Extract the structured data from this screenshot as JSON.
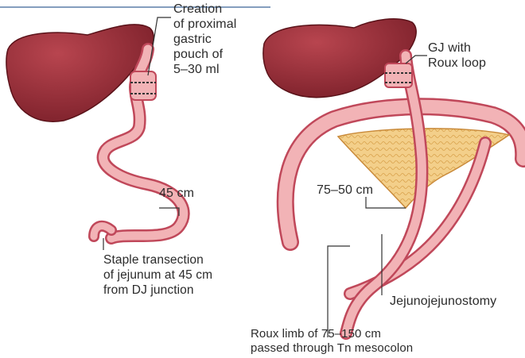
{
  "labels": {
    "pouch_creation": "Creation\nof proximal\ngastric\npouch of\n5–30 ml",
    "jejunum_length": "45 cm",
    "staple_transection": "Staple transection\nof jejunum at 45 cm\nfrom DJ junction",
    "gj_roux": "GJ with\nRoux loop",
    "biliopancreatic_length": "75–50 cm",
    "jejunojejunostomy": "Jejunojejunostomy",
    "roux_limb": "Roux limb of 75–150 cm\npassed through Tn mesocolon"
  },
  "colors": {
    "liver": "#8e2a32",
    "liver_highlight": "#b8454f",
    "bowel": "#f2b3b6",
    "bowel_outline": "#c0485a",
    "mesocolon": "#f3cf8a",
    "leader_line": "#333333",
    "text": "#2b2b2b"
  }
}
